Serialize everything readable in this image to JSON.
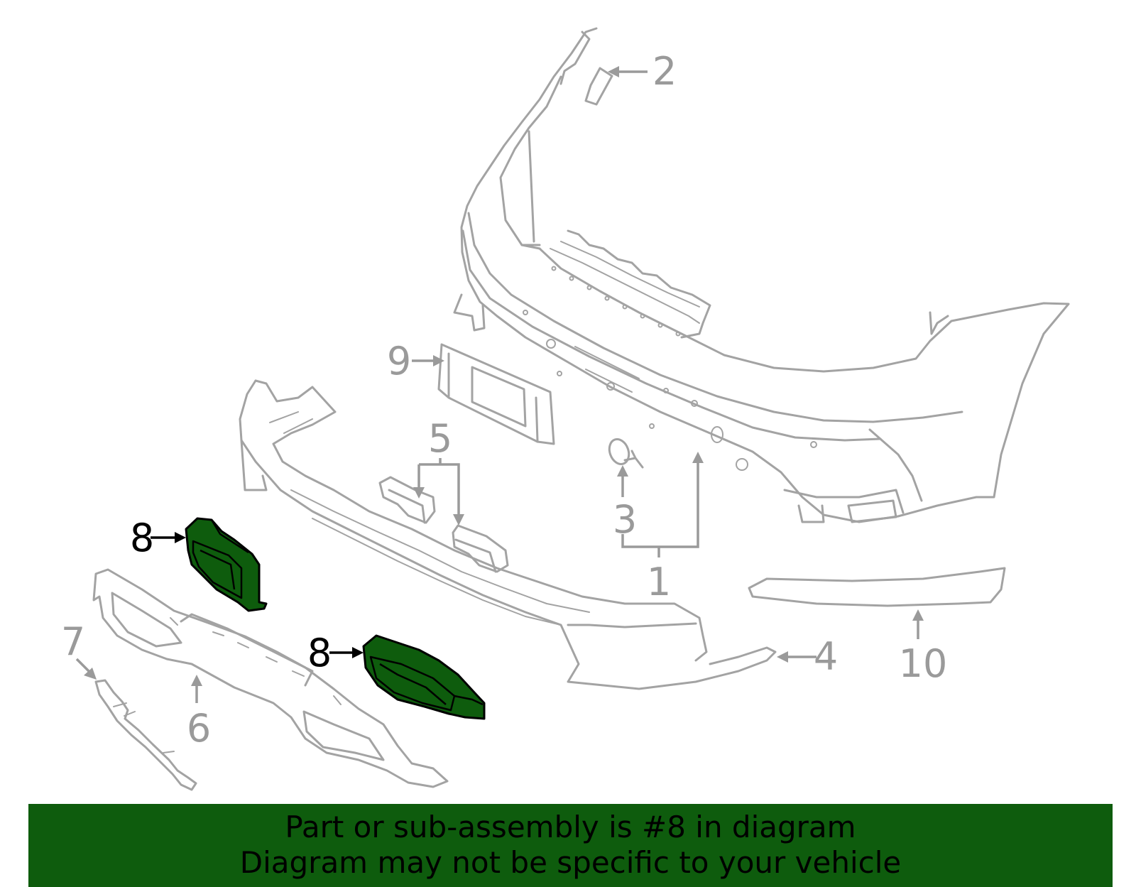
{
  "callouts": {
    "c1": "1",
    "c2": "2",
    "c3": "3",
    "c4": "4",
    "c5": "5",
    "c6": "6",
    "c7": "7",
    "c8a": "8",
    "c8b": "8",
    "c9": "9",
    "c10": "10"
  },
  "highlight": {
    "part_number": "8",
    "color": "#0e5c0d"
  },
  "banner": {
    "line1": "Part or sub-assembly is #8 in diagram",
    "line2": "Diagram may not be specific to your vehicle",
    "background": "#0e5c0d"
  }
}
